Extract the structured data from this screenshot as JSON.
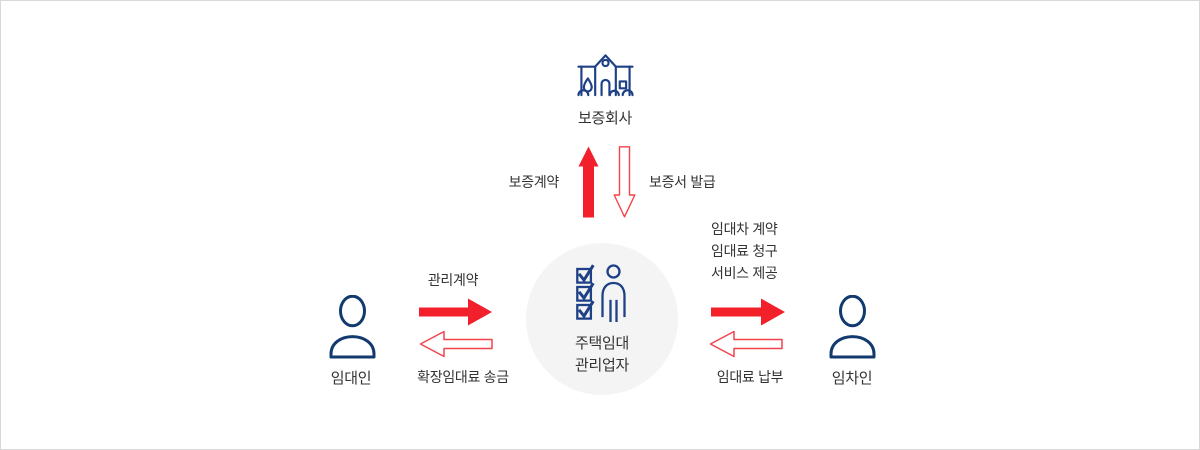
{
  "colors": {
    "navy": "#1e4086",
    "navy_dark": "#123a6e",
    "red_solid": "#f1202b",
    "red_outline": "#f3444b",
    "circle_bg": "#f4f4f5",
    "text": "#333333",
    "page_border": "#d9d9d9"
  },
  "icons": {
    "guarantee_company": "building-icon",
    "manager": "checklist-person-icon",
    "landlord": "person-icon",
    "tenant": "person-icon"
  },
  "nodes": {
    "guarantee_company": {
      "label": "보증회사"
    },
    "manager": {
      "label_lines": [
        "주택임대",
        "관리업자"
      ]
    },
    "landlord": {
      "label": "임대인"
    },
    "tenant": {
      "label": "임차인"
    }
  },
  "flows": {
    "manager_to_guarantee": {
      "label": "보증계약",
      "direction": "up",
      "style": "solid"
    },
    "guarantee_to_manager": {
      "label": "보증서 발급",
      "direction": "down",
      "style": "outline"
    },
    "landlord_to_manager": {
      "label": "관리계약",
      "direction": "right",
      "style": "solid"
    },
    "manager_to_landlord": {
      "label": "확장임대료 송금",
      "direction": "left",
      "style": "outline"
    },
    "manager_to_tenant": {
      "labels": [
        "임대차 계약",
        "임대료 청구",
        "서비스 제공"
      ],
      "direction": "right",
      "style": "solid"
    },
    "tenant_to_manager": {
      "label": "임대료 납부",
      "direction": "left",
      "style": "outline"
    }
  }
}
